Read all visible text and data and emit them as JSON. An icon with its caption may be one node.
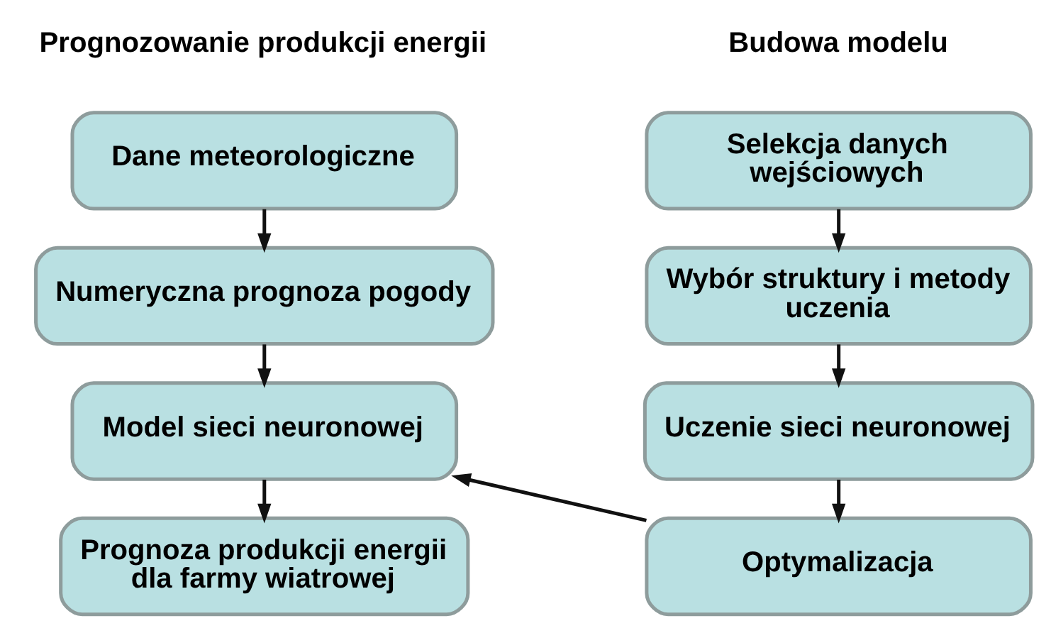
{
  "diagram": {
    "nodes": [
      {
        "text": [
          "Selekcja danych wejściowych"
        ]
      },
      {
        "text": [
          "Wybór struktury i metody uczenia"
        ]
      },
      {
        "text": [
          "Uczenie sieci neuronowej"
        ]
      },
      {
        "text": [
          "Optymalizacja"
        ]
      },
      {
        "text": [
          "Dane meteorologiczne"
        ]
      },
      {
        "text": [
          "Numeryczna prognoza pogody"
        ]
      },
      {
        "text": [
          "Model sieci neuronowej"
        ]
      },
      {
        "text": [
          "Prognoza produkcji energii dla farmy wiatrowej"
        ]
      }
    ],
    "edges": [
      {
        "from": 0,
        "to": 1,
        "arrow": "to"
      },
      {
        "from": 1,
        "to": 2,
        "arrow": "to"
      },
      {
        "from": 2,
        "to": 3,
        "arrow": "to"
      },
      {
        "from": 4,
        "to": 5,
        "arrow": "to"
      },
      {
        "from": 5,
        "to": 6,
        "arrow": "to"
      },
      {
        "from": 6,
        "to": 7,
        "arrow": "to"
      },
      {
        "from": 3,
        "to": 6,
        "arrow": "to"
      }
    ],
    "labels": [
      "Budowa modelu",
      "Prognozowanie produkcji energii"
    ]
  }
}
